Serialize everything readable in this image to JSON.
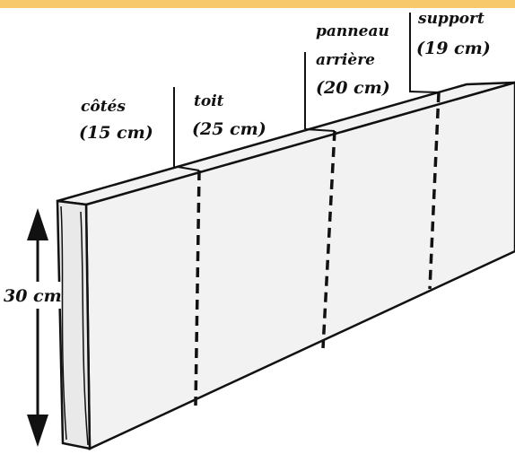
{
  "colors": {
    "top_bar": "#F7C96A",
    "ink": "#111111",
    "board_fill": "#F2F2F2"
  },
  "labels": {
    "cotes_name": "côtés",
    "cotes_size": "(15 cm)",
    "toit_name": "toit",
    "toit_size": "(25 cm)",
    "panneau_line1": "panneau",
    "panneau_line2": "arrière",
    "panneau_size": "(20 cm)",
    "support_name": "support",
    "support_size": "(19 cm)",
    "height": "30 cm"
  }
}
